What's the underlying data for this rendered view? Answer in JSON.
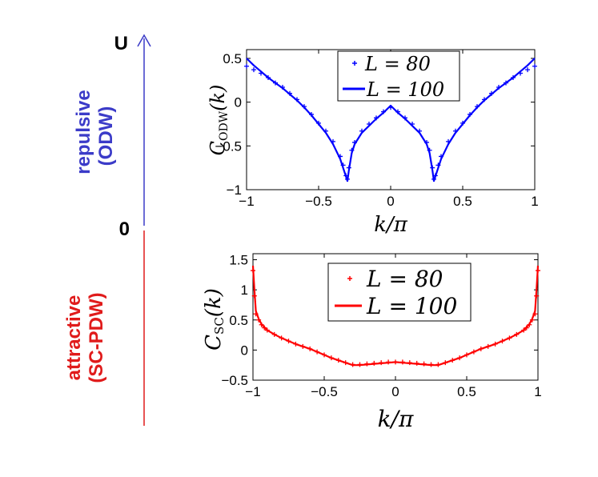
{
  "colors": {
    "repulsive": "#3b3bc8",
    "attractive": "#e01b1b",
    "top_series": "#0000ff",
    "bottom_series": "#ff0000"
  },
  "side_axis": {
    "top_marker": "U",
    "zero_marker": "0",
    "repulsive_line1": "repulsive",
    "repulsive_line2": "(ODW)",
    "attractive_line1": "attractive",
    "attractive_line2": "(SC-PDW)"
  },
  "chart_data": [
    {
      "type": "line",
      "ylabel_main": "C",
      "ylabel_sub": "ODW",
      "ylabel_arg": "(k)",
      "xlabel": "k/π",
      "xlim": [
        -1,
        1
      ],
      "ylim": [
        -1,
        0.6
      ],
      "xticks": [
        "−1",
        "−0.5",
        "0",
        "0.5",
        "1"
      ],
      "yticks": [
        "0.5",
        "0",
        "−0.5",
        "−1"
      ],
      "legend_position": "top-center",
      "legend": [
        "L = 80",
        "L = 100"
      ],
      "x": [
        -1.0,
        -0.95,
        -0.9,
        -0.85,
        -0.8,
        -0.75,
        -0.7,
        -0.65,
        -0.6,
        -0.55,
        -0.5,
        -0.45,
        -0.4,
        -0.35,
        -0.33,
        -0.31,
        -0.3,
        -0.29,
        -0.27,
        -0.25,
        -0.2,
        -0.15,
        -0.1,
        -0.05,
        0.0,
        0.05,
        0.1,
        0.15,
        0.2,
        0.25,
        0.27,
        0.29,
        0.3,
        0.31,
        0.33,
        0.35,
        0.4,
        0.45,
        0.5,
        0.55,
        0.6,
        0.65,
        0.7,
        0.75,
        0.8,
        0.85,
        0.9,
        0.95,
        1.0
      ],
      "series": [
        {
          "name": "L = 80",
          "marker": "+",
          "values": [
            0.41,
            0.37,
            0.33,
            0.28,
            0.22,
            0.17,
            0.1,
            0.03,
            -0.05,
            -0.14,
            -0.24,
            -0.33,
            -0.45,
            -0.62,
            -0.72,
            -0.84,
            -0.88,
            -0.75,
            -0.55,
            -0.46,
            -0.33,
            -0.25,
            -0.18,
            -0.11,
            -0.06,
            -0.11,
            -0.18,
            -0.25,
            -0.33,
            -0.46,
            -0.55,
            -0.75,
            -0.88,
            -0.84,
            -0.72,
            -0.62,
            -0.45,
            -0.33,
            -0.24,
            -0.14,
            -0.05,
            0.03,
            0.1,
            0.17,
            0.22,
            0.28,
            0.33,
            0.37,
            0.41
          ]
        },
        {
          "name": "L = 100",
          "marker": "line",
          "values": [
            0.5,
            0.42,
            0.35,
            0.28,
            0.22,
            0.16,
            0.09,
            0.02,
            -0.06,
            -0.15,
            -0.25,
            -0.35,
            -0.48,
            -0.65,
            -0.75,
            -0.85,
            -0.9,
            -0.78,
            -0.58,
            -0.48,
            -0.35,
            -0.27,
            -0.19,
            -0.12,
            -0.04,
            -0.12,
            -0.19,
            -0.27,
            -0.35,
            -0.48,
            -0.58,
            -0.78,
            -0.9,
            -0.85,
            -0.75,
            -0.65,
            -0.48,
            -0.35,
            -0.25,
            -0.15,
            -0.06,
            0.02,
            0.09,
            0.16,
            0.22,
            0.28,
            0.35,
            0.42,
            0.5
          ]
        }
      ]
    },
    {
      "type": "line",
      "ylabel_main": "C",
      "ylabel_sub": "SC",
      "ylabel_arg": "(k)",
      "xlabel": "k/π",
      "xlim": [
        -1,
        1
      ],
      "ylim": [
        -0.5,
        1.6
      ],
      "xticks": [
        "−1",
        "−0.5",
        "0",
        "0.5",
        "1"
      ],
      "yticks": [
        "1.5",
        "1",
        "0.5",
        "0",
        "−0.5"
      ],
      "legend_position": "top-center",
      "legend": [
        "L = 80",
        "L = 100"
      ],
      "x": [
        -1.0,
        -0.99,
        -0.98,
        -0.96,
        -0.94,
        -0.92,
        -0.9,
        -0.85,
        -0.8,
        -0.75,
        -0.7,
        -0.65,
        -0.6,
        -0.55,
        -0.5,
        -0.45,
        -0.4,
        -0.35,
        -0.3,
        -0.25,
        -0.2,
        -0.15,
        -0.1,
        -0.05,
        0.0,
        0.05,
        0.1,
        0.15,
        0.2,
        0.25,
        0.3,
        0.35,
        0.4,
        0.45,
        0.5,
        0.55,
        0.6,
        0.65,
        0.7,
        0.75,
        0.8,
        0.85,
        0.9,
        0.92,
        0.94,
        0.96,
        0.98,
        0.99,
        1.0
      ],
      "series": [
        {
          "name": "L = 80",
          "marker": "+",
          "values": [
            1.32,
            0.9,
            0.6,
            0.5,
            0.42,
            0.37,
            0.33,
            0.26,
            0.2,
            0.15,
            0.1,
            0.06,
            0.02,
            -0.03,
            -0.08,
            -0.13,
            -0.17,
            -0.21,
            -0.24,
            -0.24,
            -0.23,
            -0.22,
            -0.21,
            -0.2,
            -0.2,
            -0.2,
            -0.21,
            -0.22,
            -0.23,
            -0.24,
            -0.24,
            -0.21,
            -0.17,
            -0.13,
            -0.08,
            -0.03,
            0.02,
            0.06,
            0.1,
            0.15,
            0.2,
            0.26,
            0.33,
            0.37,
            0.42,
            0.5,
            0.6,
            0.9,
            1.32
          ]
        },
        {
          "name": "L = 100",
          "marker": "line",
          "values": [
            1.4,
            1.0,
            0.65,
            0.52,
            0.43,
            0.38,
            0.33,
            0.26,
            0.2,
            0.15,
            0.1,
            0.06,
            0.02,
            -0.03,
            -0.08,
            -0.13,
            -0.17,
            -0.21,
            -0.25,
            -0.25,
            -0.24,
            -0.23,
            -0.22,
            -0.21,
            -0.2,
            -0.21,
            -0.22,
            -0.23,
            -0.24,
            -0.25,
            -0.25,
            -0.21,
            -0.17,
            -0.13,
            -0.08,
            -0.03,
            0.02,
            0.06,
            0.1,
            0.15,
            0.2,
            0.26,
            0.33,
            0.38,
            0.43,
            0.52,
            0.65,
            1.0,
            1.4
          ]
        }
      ]
    }
  ]
}
